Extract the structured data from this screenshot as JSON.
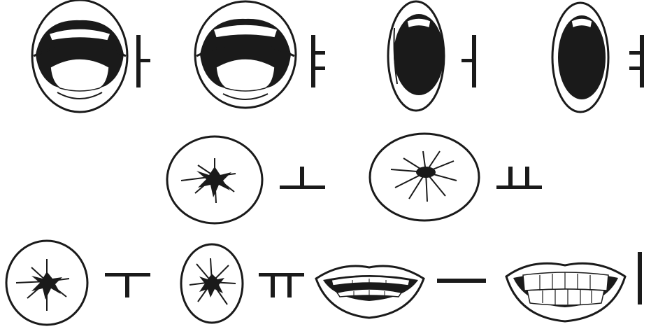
{
  "title": "",
  "colors": {
    "ink": "#1a1a1a",
    "mouth_dark": "#2e2e2e",
    "paper": "#ffffff"
  },
  "vowels": [
    {
      "id": "a",
      "jamo": "ㅏ",
      "mouth_shape": "wide-open"
    },
    {
      "id": "ya",
      "jamo": "ㅑ",
      "mouth_shape": "wide-open"
    },
    {
      "id": "eo",
      "jamo": "ㅓ",
      "mouth_shape": "tall-open"
    },
    {
      "id": "yeo",
      "jamo": "ㅕ",
      "mouth_shape": "tall-open"
    },
    {
      "id": "o",
      "jamo": "ㅗ",
      "mouth_shape": "rounded"
    },
    {
      "id": "yo",
      "jamo": "ㅛ",
      "mouth_shape": "rounded"
    },
    {
      "id": "u",
      "jamo": "ㅜ",
      "mouth_shape": "rounded"
    },
    {
      "id": "yu",
      "jamo": "ㅠ",
      "mouth_shape": "rounded"
    },
    {
      "id": "eu",
      "jamo": "ㅡ",
      "mouth_shape": "spread"
    },
    {
      "id": "i",
      "jamo": "ㅣ",
      "mouth_shape": "spread"
    }
  ]
}
